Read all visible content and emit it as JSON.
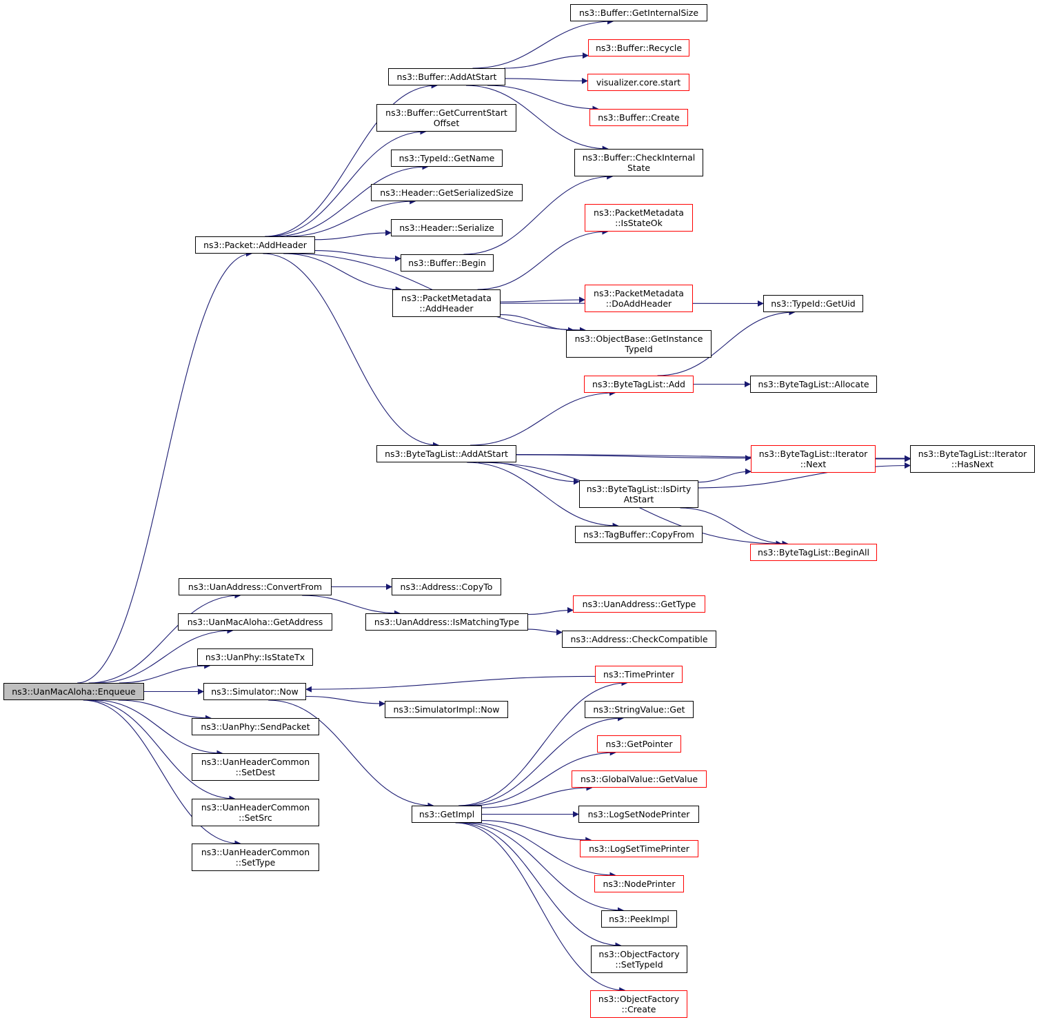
{
  "diagram": {
    "colors": {
      "edge": "#191970",
      "node_border": "#000000",
      "node_border_truncated": "#ff0000",
      "root_fill": "#bfbfbf"
    },
    "nodes": [
      {
        "id": "root",
        "label": "ns3::UanMacAloha::Enqueue",
        "style": "root"
      },
      {
        "id": "packet_addheader",
        "label": "ns3::Packet::AddHeader",
        "style": "normal"
      },
      {
        "id": "uanaddress_convertfrom",
        "label": "ns3::UanAddress::ConvertFrom",
        "style": "normal"
      },
      {
        "id": "uanmacaloha_getaddress",
        "label": "ns3::UanMacAloha::GetAddress",
        "style": "normal"
      },
      {
        "id": "uanphy_isstatetx",
        "label": "ns3::UanPhy::IsStateTx",
        "style": "normal"
      },
      {
        "id": "simulator_now",
        "label": "ns3::Simulator::Now",
        "style": "normal"
      },
      {
        "id": "uanphy_sendpacket",
        "label": "ns3::UanPhy::SendPacket",
        "style": "normal"
      },
      {
        "id": "uanheadercommon_setdest",
        "label": "ns3::UanHeaderCommon\n::SetDest",
        "style": "normal"
      },
      {
        "id": "uanheadercommon_setsrc",
        "label": "ns3::UanHeaderCommon\n::SetSrc",
        "style": "normal"
      },
      {
        "id": "uanheadercommon_settype",
        "label": "ns3::UanHeaderCommon\n::SetType",
        "style": "normal"
      },
      {
        "id": "buffer_addatstart",
        "label": "ns3::Buffer::AddAtStart",
        "style": "normal"
      },
      {
        "id": "buffer_getcurrentstartoffset",
        "label": "ns3::Buffer::GetCurrentStart\nOffset",
        "style": "normal"
      },
      {
        "id": "typeid_getname",
        "label": "ns3::TypeId::GetName",
        "style": "normal"
      },
      {
        "id": "header_getserializedsize",
        "label": "ns3::Header::GetSerializedSize",
        "style": "normal"
      },
      {
        "id": "header_serialize",
        "label": "ns3::Header::Serialize",
        "style": "normal"
      },
      {
        "id": "buffer_begin",
        "label": "ns3::Buffer::Begin",
        "style": "normal"
      },
      {
        "id": "packetmetadata_addheader",
        "label": "ns3::PacketMetadata\n::AddHeader",
        "style": "normal"
      },
      {
        "id": "bytetaglist_addatstart",
        "label": "ns3::ByteTagList::AddAtStart",
        "style": "normal"
      },
      {
        "id": "address_copyto",
        "label": "ns3::Address::CopyTo",
        "style": "normal"
      },
      {
        "id": "uanaddress_ismatchingtype",
        "label": "ns3::UanAddress::IsMatchingType",
        "style": "normal"
      },
      {
        "id": "simulatorimpl_now",
        "label": "ns3::SimulatorImpl::Now",
        "style": "normal"
      },
      {
        "id": "getimpl",
        "label": "ns3::GetImpl",
        "style": "normal"
      },
      {
        "id": "buffer_getinternalsize",
        "label": "ns3::Buffer::GetInternalSize",
        "style": "normal"
      },
      {
        "id": "buffer_recycle",
        "label": "ns3::Buffer::Recycle",
        "style": "red"
      },
      {
        "id": "visualizer_core_start",
        "label": "visualizer.core.start",
        "style": "red"
      },
      {
        "id": "buffer_create",
        "label": "ns3::Buffer::Create",
        "style": "red"
      },
      {
        "id": "buffer_checkinternalstate",
        "label": "ns3::Buffer::CheckInternal\nState",
        "style": "normal"
      },
      {
        "id": "packetmetadata_isstateok",
        "label": "ns3::PacketMetadata\n::IsStateOk",
        "style": "red"
      },
      {
        "id": "packetmetadata_doaddheader",
        "label": "ns3::PacketMetadata\n::DoAddHeader",
        "style": "red"
      },
      {
        "id": "objectbase_getinstancetypeid",
        "label": "ns3::ObjectBase::GetInstance\nTypeId",
        "style": "normal"
      },
      {
        "id": "bytetaglist_add",
        "label": "ns3::ByteTagList::Add",
        "style": "red"
      },
      {
        "id": "bytetaglist_isdirtyatstart",
        "label": "ns3::ByteTagList::IsDirty\nAtStart",
        "style": "normal"
      },
      {
        "id": "tagbuffer_copyfrom",
        "label": "ns3::TagBuffer::CopyFrom",
        "style": "normal"
      },
      {
        "id": "uanaddress_gettype",
        "label": "ns3::UanAddress::GetType",
        "style": "red"
      },
      {
        "id": "address_checkcompatible",
        "label": "ns3::Address::CheckCompatible",
        "style": "normal"
      },
      {
        "id": "timeprinter",
        "label": "ns3::TimePrinter",
        "style": "red"
      },
      {
        "id": "stringvalue_get",
        "label": "ns3::StringValue::Get",
        "style": "normal"
      },
      {
        "id": "getpointer",
        "label": "ns3::GetPointer",
        "style": "red"
      },
      {
        "id": "globalvalue_getvalue",
        "label": "ns3::GlobalValue::GetValue",
        "style": "red"
      },
      {
        "id": "logsetnodeprinter",
        "label": "ns3::LogSetNodePrinter",
        "style": "normal"
      },
      {
        "id": "logsettimeprinter",
        "label": "ns3::LogSetTimePrinter",
        "style": "red"
      },
      {
        "id": "nodeprinter",
        "label": "ns3::NodePrinter",
        "style": "red"
      },
      {
        "id": "peekimpl",
        "label": "ns3::PeekImpl",
        "style": "normal"
      },
      {
        "id": "objectfactory_settypeid",
        "label": "ns3::ObjectFactory\n::SetTypeId",
        "style": "normal"
      },
      {
        "id": "objectfactory_create",
        "label": "ns3::ObjectFactory\n::Create",
        "style": "red"
      },
      {
        "id": "typeid_getuid",
        "label": "ns3::TypeId::GetUid",
        "style": "normal"
      },
      {
        "id": "bytetaglist_allocate",
        "label": "ns3::ByteTagList::Allocate",
        "style": "normal"
      },
      {
        "id": "bytetaglist_iterator_next",
        "label": "ns3::ByteTagList::Iterator\n::Next",
        "style": "red"
      },
      {
        "id": "bytetaglist_beginall",
        "label": "ns3::ByteTagList::BeginAll",
        "style": "red"
      },
      {
        "id": "bytetaglist_iterator_hasnext",
        "label": "ns3::ByteTagList::Iterator\n::HasNext",
        "style": "normal"
      }
    ],
    "edges": [
      {
        "from": "root",
        "to": "packet_addheader"
      },
      {
        "from": "root",
        "to": "uanaddress_convertfrom"
      },
      {
        "from": "root",
        "to": "uanmacaloha_getaddress"
      },
      {
        "from": "root",
        "to": "uanphy_isstatetx"
      },
      {
        "from": "root",
        "to": "simulator_now"
      },
      {
        "from": "root",
        "to": "uanphy_sendpacket"
      },
      {
        "from": "root",
        "to": "uanheadercommon_setdest"
      },
      {
        "from": "root",
        "to": "uanheadercommon_setsrc"
      },
      {
        "from": "root",
        "to": "uanheadercommon_settype"
      },
      {
        "from": "packet_addheader",
        "to": "buffer_addatstart"
      },
      {
        "from": "packet_addheader",
        "to": "buffer_getcurrentstartoffset"
      },
      {
        "from": "packet_addheader",
        "to": "typeid_getname"
      },
      {
        "from": "packet_addheader",
        "to": "header_getserializedsize"
      },
      {
        "from": "packet_addheader",
        "to": "header_serialize"
      },
      {
        "from": "packet_addheader",
        "to": "buffer_begin"
      },
      {
        "from": "packet_addheader",
        "to": "packetmetadata_addheader"
      },
      {
        "from": "packet_addheader",
        "to": "objectbase_getinstancetypeid"
      },
      {
        "from": "packet_addheader",
        "to": "bytetaglist_addatstart"
      },
      {
        "from": "buffer_addatstart",
        "to": "buffer_getinternalsize"
      },
      {
        "from": "buffer_addatstart",
        "to": "buffer_recycle"
      },
      {
        "from": "buffer_addatstart",
        "to": "visualizer_core_start"
      },
      {
        "from": "buffer_addatstart",
        "to": "buffer_create"
      },
      {
        "from": "buffer_addatstart",
        "to": "buffer_checkinternalstate"
      },
      {
        "from": "buffer_begin",
        "to": "buffer_checkinternalstate"
      },
      {
        "from": "packetmetadata_addheader",
        "to": "packetmetadata_isstateok"
      },
      {
        "from": "packetmetadata_addheader",
        "to": "typeid_getuid"
      },
      {
        "from": "packetmetadata_addheader",
        "to": "packetmetadata_doaddheader"
      },
      {
        "from": "packetmetadata_addheader",
        "to": "objectbase_getinstancetypeid"
      },
      {
        "from": "bytetaglist_addatstart",
        "to": "bytetaglist_add"
      },
      {
        "from": "bytetaglist_addatstart",
        "to": "bytetaglist_iterator_hasnext"
      },
      {
        "from": "bytetaglist_addatstart",
        "to": "bytetaglist_iterator_next"
      },
      {
        "from": "bytetaglist_addatstart",
        "to": "bytetaglist_isdirtyatstart"
      },
      {
        "from": "bytetaglist_addatstart",
        "to": "tagbuffer_copyfrom"
      },
      {
        "from": "bytetaglist_addatstart",
        "to": "bytetaglist_beginall"
      },
      {
        "from": "bytetaglist_add",
        "to": "typeid_getuid"
      },
      {
        "from": "bytetaglist_add",
        "to": "bytetaglist_allocate"
      },
      {
        "from": "bytetaglist_iterator_next",
        "to": "bytetaglist_iterator_hasnext"
      },
      {
        "from": "bytetaglist_isdirtyatstart",
        "to": "bytetaglist_iterator_next"
      },
      {
        "from": "bytetaglist_isdirtyatstart",
        "to": "bytetaglist_iterator_hasnext"
      },
      {
        "from": "bytetaglist_isdirtyatstart",
        "to": "bytetaglist_beginall"
      },
      {
        "from": "uanaddress_convertfrom",
        "to": "address_copyto"
      },
      {
        "from": "uanaddress_convertfrom",
        "to": "uanaddress_ismatchingtype"
      },
      {
        "from": "uanaddress_ismatchingtype",
        "to": "uanaddress_gettype"
      },
      {
        "from": "uanaddress_ismatchingtype",
        "to": "address_checkcompatible"
      },
      {
        "from": "simulator_now",
        "to": "simulatorimpl_now"
      },
      {
        "from": "simulator_now",
        "to": "getimpl"
      },
      {
        "from": "timeprinter",
        "to": "simulator_now"
      },
      {
        "from": "getimpl",
        "to": "timeprinter"
      },
      {
        "from": "getimpl",
        "to": "stringvalue_get"
      },
      {
        "from": "getimpl",
        "to": "getpointer"
      },
      {
        "from": "getimpl",
        "to": "globalvalue_getvalue"
      },
      {
        "from": "getimpl",
        "to": "logsetnodeprinter"
      },
      {
        "from": "getimpl",
        "to": "logsettimeprinter"
      },
      {
        "from": "getimpl",
        "to": "nodeprinter"
      },
      {
        "from": "getimpl",
        "to": "peekimpl"
      },
      {
        "from": "getimpl",
        "to": "objectfactory_settypeid"
      },
      {
        "from": "getimpl",
        "to": "objectfactory_create"
      }
    ]
  }
}
